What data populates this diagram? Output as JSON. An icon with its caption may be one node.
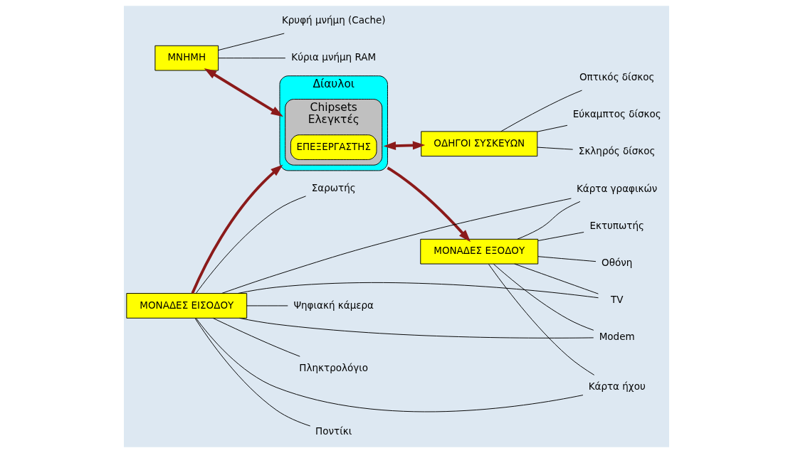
{
  "diagram": {
    "nodes": [
      {
        "text": [
          "ΜΟΝΑΔΕΣ ΕΞΟΔΟΥ"
        ]
      },
      {
        "text": [
          "Οθόνη"
        ]
      },
      {
        "text": [
          "Εκτυπωτής"
        ]
      },
      {
        "text": [
          "ΜΝΗΜΗ"
        ]
      },
      {
        "text": [
          "Κύρια μνήμη RAM"
        ]
      },
      {
        "text": [
          "Κρυφή μνήμη (Cache)"
        ]
      },
      {
        "text": [
          "Modem"
        ]
      },
      {
        "text": [
          "Κάρτα ήχου"
        ]
      },
      {
        "text": [
          "Κάρτα γραφικών"
        ]
      },
      {
        "text": [
          "TV"
        ]
      },
      {
        "text": [
          "Δίαυλοι"
        ]
      },
      {
        "text": [
          "Chipsets",
          "Ελεγκτές"
        ],
        "in": 10
      },
      {
        "text": [
          "ΕΠΕΞΕΡΓΑΣΤΗΣ"
        ],
        "in": 11
      },
      {
        "text": [
          "Ψηφιακή κάμερα"
        ]
      },
      {
        "text": [
          "Πληκτρολόγιο"
        ]
      },
      {
        "text": [
          "Ποντίκι"
        ]
      },
      {
        "text": [
          "Σαρωτής"
        ]
      },
      {
        "text": [
          "Εύκαμπτος δίσκος"
        ]
      },
      {
        "text": [
          "Σκληρός δίσκος"
        ]
      },
      {
        "text": [
          "Οπτικός δίσκος"
        ]
      },
      {
        "text": [
          "ΜΟΝΑΔΕΣ ΕΙΣΟΔΟΥ"
        ]
      },
      {
        "text": [
          "ΟΔΗΓΟΙ ΣΥΣΚΕΥΩΝ"
        ]
      }
    ],
    "edges": [
      {
        "from": 10,
        "to": 0,
        "arrow": "to",
        "style": "thick",
        "color": "#8b1a1a"
      },
      {
        "from": 3,
        "to": 10,
        "arrow": "both",
        "style": "thick",
        "color": "#8b1a1a"
      },
      {
        "from": 20,
        "to": 10,
        "arrow": "to",
        "style": "thick",
        "color": "#8b1a1a"
      },
      {
        "from": 10,
        "to": 21,
        "arrow": "both",
        "style": "thick",
        "color": "#8b1a1a"
      },
      {
        "from": 0,
        "to": 1,
        "arrow": "none"
      },
      {
        "from": 0,
        "to": 2,
        "arrow": "none"
      },
      {
        "from": 3,
        "to": 4,
        "arrow": "none"
      },
      {
        "from": 3,
        "to": 5,
        "arrow": "none"
      },
      {
        "from": 0,
        "to": 6,
        "arrow": "none"
      },
      {
        "from": 0,
        "to": 7,
        "arrow": "none"
      },
      {
        "from": 0,
        "to": 8,
        "arrow": "none"
      },
      {
        "from": 0,
        "to": 9,
        "arrow": "none"
      },
      {
        "from": 20,
        "to": 6,
        "arrow": "none"
      },
      {
        "from": 20,
        "to": 7,
        "arrow": "none"
      },
      {
        "from": 20,
        "to": 8,
        "arrow": "none"
      },
      {
        "from": 20,
        "to": 9,
        "arrow": "none"
      },
      {
        "from": 20,
        "to": 13,
        "arrow": "none"
      },
      {
        "from": 20,
        "to": 14,
        "arrow": "none"
      },
      {
        "from": 20,
        "to": 15,
        "arrow": "none"
      },
      {
        "from": 20,
        "to": 16,
        "arrow": "none"
      },
      {
        "from": 21,
        "to": 17,
        "arrow": "none"
      },
      {
        "from": 21,
        "to": 18,
        "arrow": "none"
      },
      {
        "from": 21,
        "to": 19,
        "arrow": "none"
      }
    ]
  }
}
